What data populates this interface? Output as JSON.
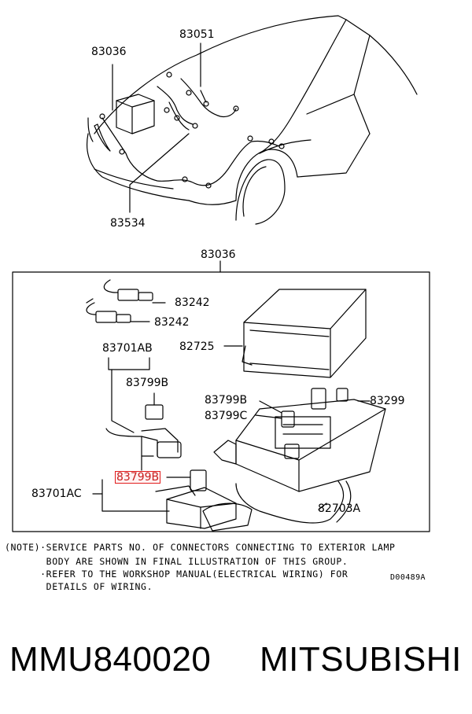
{
  "top_labels": {
    "a": "83036",
    "b": "83051",
    "c": "83534"
  },
  "detail_title": "83036",
  "detail_labels": {
    "p1": "83242",
    "p2": "83242",
    "p3": "83701AB",
    "p4": "82725",
    "p5": "83799B",
    "p6": "83799B",
    "p7": "83299",
    "p8": "83799C",
    "p9": "83799B",
    "p10": "83701AC",
    "p11": "82703A"
  },
  "highlighted_part": "83799B",
  "note": {
    "line1": "(NOTE)·SERVICE PARTS NO. OF CONNECTORS CONNECTING TO EXTERIOR LAMP",
    "line2": "       BODY ARE SHOWN IN FINAL ILLUSTRATION OF THIS GROUP.",
    "line3": "      ·REFER TO THE WORKSHOP MANUAL(ELECTRICAL WIRING) FOR",
    "line4": "       DETAILS OF WIRING.",
    "code": "D00489A"
  },
  "footer": {
    "part_number": "MMU840020",
    "brand": "MITSUBISHI"
  }
}
